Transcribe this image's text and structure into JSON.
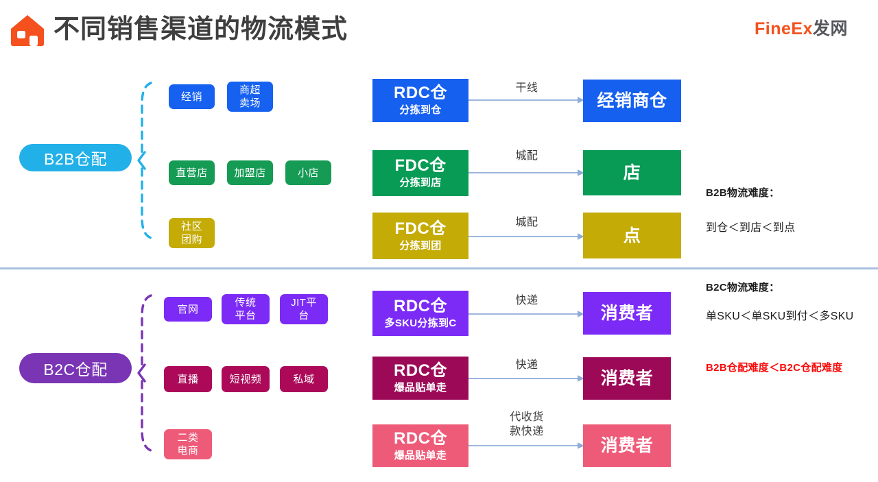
{
  "header": {
    "title": "不同销售渠道的物流模式",
    "house_icon": "house-icon",
    "logo": {
      "part1": "FineEx",
      "part2": "发网"
    }
  },
  "sections": [
    {
      "id": "b2b",
      "pill_label": "B2B仓配",
      "pill_color": "#22B0E8",
      "brace_color": "#22B0E8",
      "chip_rows": [
        {
          "chips": [
            {
              "label": "经销",
              "color": "#1661F0"
            },
            {
              "label": "商超\n卖场",
              "color": "#1661F0"
            }
          ]
        },
        {
          "chips": [
            {
              "label": "直营店",
              "color": "#169B55"
            },
            {
              "label": "加盟店",
              "color": "#169B55"
            },
            {
              "label": "小店",
              "color": "#169B55"
            }
          ]
        },
        {
          "chips": [
            {
              "label": "社区\n团购",
              "color": "#C4AB06"
            }
          ]
        }
      ],
      "flows": [
        {
          "src_l1": "RDC仓",
          "src_l2": "分拣到仓",
          "arrow_label": "干线",
          "dst": "经销商仓",
          "color": "#1660F0"
        },
        {
          "src_l1": "FDC仓",
          "src_l2": "分拣到店",
          "arrow_label": "城配",
          "dst": "店",
          "color": "#089B55"
        },
        {
          "src_l1": "FDC仓",
          "src_l2": "分拣到团",
          "arrow_label": "城配",
          "dst": "点",
          "color": "#C4AB06"
        }
      ],
      "note_title": "B2B物流难度：",
      "note_body": "到仓＜到店＜到点"
    },
    {
      "id": "b2c",
      "pill_label": "B2C仓配",
      "pill_color": "#7A35B5",
      "brace_color": "#7A35B5",
      "chip_rows": [
        {
          "chips": [
            {
              "label": "官网",
              "color": "#7B2BF5"
            },
            {
              "label": "传统\n平台",
              "color": "#7B2BF5"
            },
            {
              "label": "JIT平\n台",
              "color": "#7B2BF5"
            }
          ]
        },
        {
          "chips": [
            {
              "label": "直播",
              "color": "#AC0A59"
            },
            {
              "label": "短视频",
              "color": "#AC0A59"
            },
            {
              "label": "私域",
              "color": "#AC0A59"
            }
          ]
        },
        {
          "chips": [
            {
              "label": "二类\n电商",
              "color": "#EE5B79"
            }
          ]
        }
      ],
      "flows": [
        {
          "src_l1": "RDC仓",
          "src_l2": "多SKU分拣到C",
          "arrow_label": "快递",
          "dst": "消费者",
          "color": "#7B2BF5"
        },
        {
          "src_l1": "RDC仓",
          "src_l2": "爆品贴单走",
          "arrow_label": "快递",
          "dst": "消费者",
          "color": "#9C0957"
        },
        {
          "src_l1": "RDC仓",
          "src_l2": "爆品贴单走",
          "arrow_label": "代收货\n款快递",
          "dst": "消费者",
          "color": "#EE5B79"
        }
      ],
      "note_title": "B2C物流难度：",
      "note_body": "单SKU＜单SKU到付＜多SKU",
      "note_red": "B2B仓配难度＜B2C仓配难度"
    }
  ],
  "colors": {
    "divider": "#A8BFE0",
    "arrow": "#8FACD8",
    "title_text": "#3F3F3F",
    "logo_orange": "#F4511E",
    "logo_gray": "#55565A",
    "red_note": "#FA0A0A"
  }
}
